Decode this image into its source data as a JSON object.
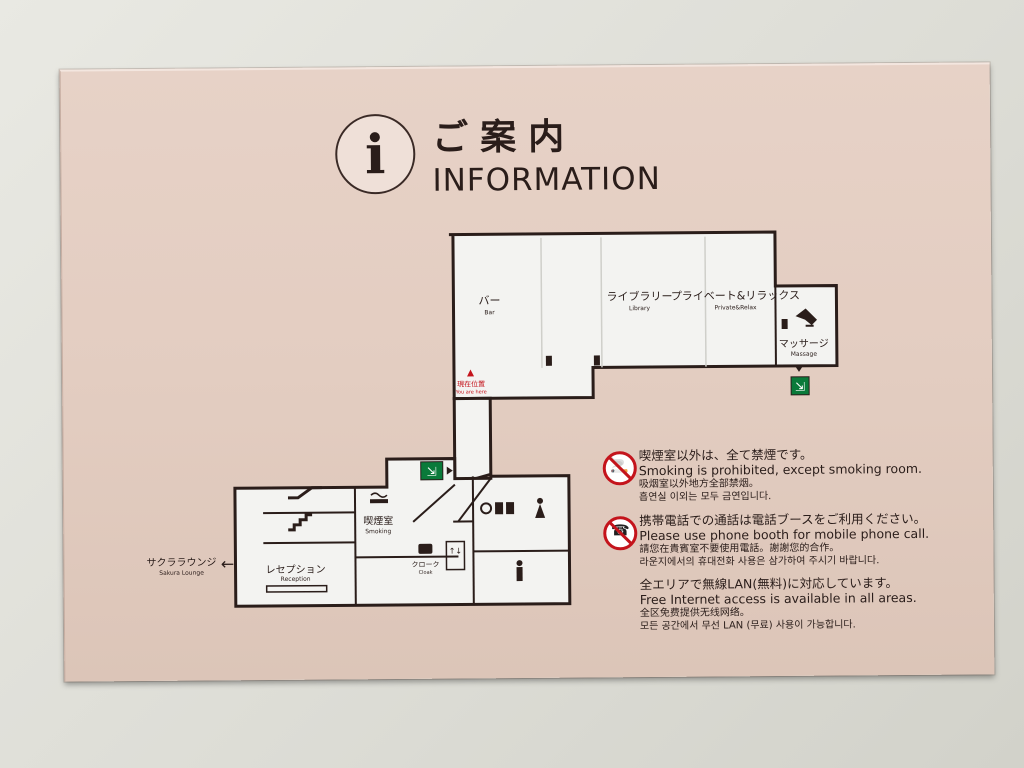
{
  "sign": {
    "title_jp": "ご案内",
    "title_en": "INFORMATION",
    "info_symbol": "i"
  },
  "map": {
    "bar": {
      "jp": "バー",
      "en": "Bar"
    },
    "library": {
      "jp": "ライブラリー",
      "en": "Library"
    },
    "private": {
      "jp": "プライベート&リラックス",
      "en": "Private&Relax"
    },
    "massage": {
      "jp": "マッサージ",
      "en": "Massage"
    },
    "you_are_here": {
      "jp": "現在位置",
      "en": "You are here"
    },
    "smoking": {
      "jp": "喫煙室",
      "en": "Smoking"
    },
    "reception": {
      "jp": "レセプション",
      "en": "Reception"
    },
    "cloak": {
      "jp": "クローク",
      "en": "Cloak"
    },
    "sakura": {
      "jp": "サクララウンジ",
      "en": "Sakura Lounge",
      "arrow": "←"
    }
  },
  "notices": [
    {
      "icon": "no-smoking-icon",
      "jp": "喫煙室以外は、全て禁煙です。",
      "en": "Smoking is prohibited, except smoking room.",
      "zh": "吸烟室以外地方全部禁烟。",
      "ko": "흡연실 이외는 모두 금연입니다."
    },
    {
      "icon": "no-phone-icon",
      "jp": "携帯電話での通話は電話ブースをご利用ください。",
      "en": "Please use phone booth for mobile phone call.",
      "zh": "請您在貴賓室不要使用電話。謝謝您的合作。",
      "ko": "라운지에서의 휴대전화 사용은 삼가하여 주시기 바랍니다."
    },
    {
      "icon": "",
      "jp": "全エリアで無線LAN(無料)に対応しています。",
      "en": "Free Internet access is available in all areas.",
      "zh": "全区免费提供无线网络。",
      "ko": "모든 공간에서 무선 LAN (무료) 사용이 가능합니다."
    }
  ],
  "colors": {
    "sign_bg": "#e3cdc1",
    "wall": "#e4e4dd",
    "plan_fill": "#f3f3f1",
    "wall_line": "#2a1d1a",
    "accent_red": "#c4141c",
    "exit_green": "#0a7a3a"
  }
}
